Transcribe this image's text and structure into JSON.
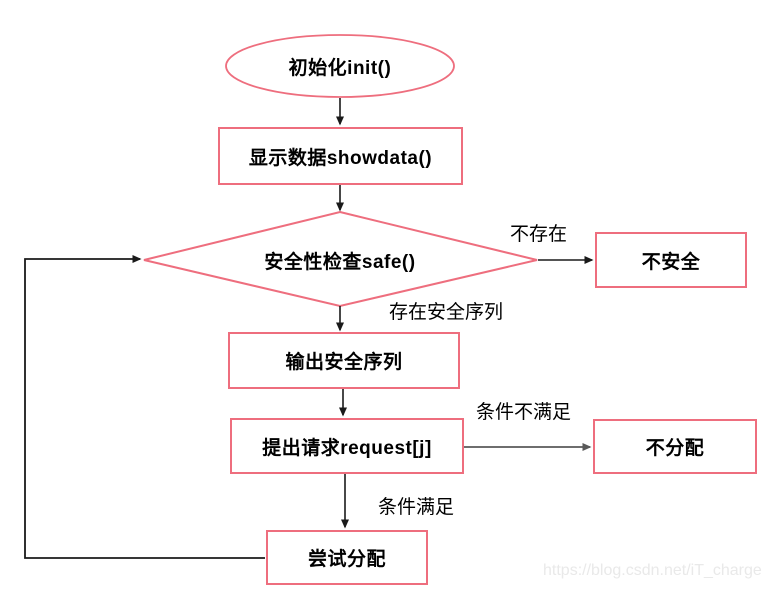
{
  "diagram": {
    "title": "banker-algorithm-flowchart",
    "nodes": {
      "init": {
        "shape": "ellipse",
        "label": "初始化init()"
      },
      "showdata": {
        "shape": "rect",
        "label": "显示数据showdata()"
      },
      "safe": {
        "shape": "diamond",
        "label": "安全性检查safe()"
      },
      "unsafe": {
        "shape": "rect",
        "label": "不安全"
      },
      "outputSeq": {
        "shape": "rect",
        "label": "输出安全序列"
      },
      "request": {
        "shape": "rect",
        "label": "提出请求request[j]"
      },
      "noAlloc": {
        "shape": "rect",
        "label": "不分配"
      },
      "tryAlloc": {
        "shape": "rect",
        "label": "尝试分配"
      }
    },
    "edge_labels": {
      "not_exist": "不存在",
      "exist_seq": "存在安全序列",
      "cond_not_met": "条件不满足",
      "cond_met": "条件满足"
    },
    "colors": {
      "shape_border": "#ee6e7e",
      "node_text": "#000000",
      "arrow_black": "#1a1a1a",
      "arrow_gray": "#595959",
      "watermark_text": "#e9e9e9"
    },
    "watermark": "https://blog.csdn.net/iT_charge"
  }
}
